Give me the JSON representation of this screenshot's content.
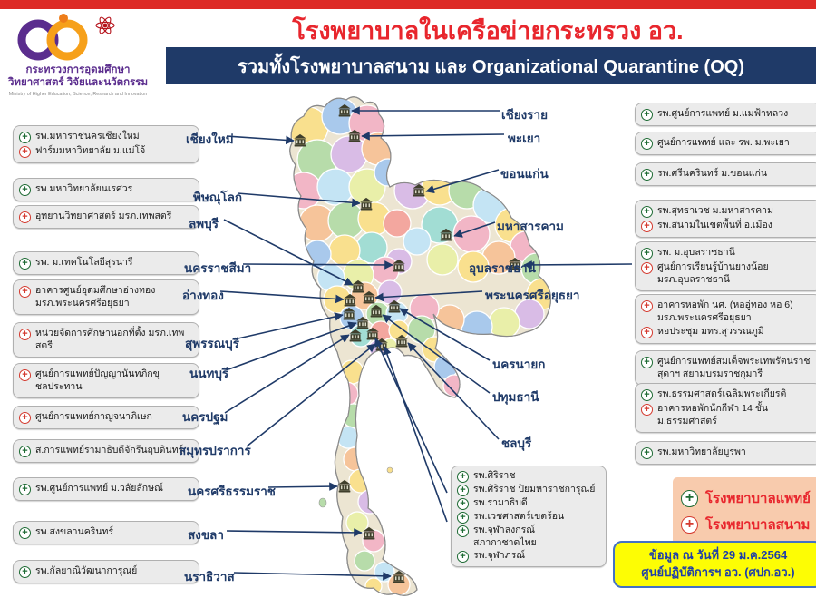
{
  "header": {
    "title": "โรงพยาบาลในเครือข่ายกระทรวง อว.",
    "subtitle": "รวมทั้งโรงพยาบาลสนาม และ Organizational Quarantine (OQ)",
    "title_color": "#e8262d",
    "bar_color": "#1f3a68"
  },
  "logo": {
    "line1": "กระทรวงการอุดมศึกษา",
    "line2": "วิทยาศาสตร์ วิจัยและนวัตกรรม",
    "line3": "Ministry of Higher Education, Science, Research and Innovation"
  },
  "icons": {
    "hospital_marker": "hospital-building-icon",
    "medical": "green-plus-icon",
    "field": "red-plus-icon"
  },
  "colors": {
    "green_plus": "#1e6b34",
    "red_plus": "#d43a2f",
    "navy": "#1f3a68",
    "legend_bg": "#f8cbad",
    "info_bg": "#fdfd04",
    "info_text": "#1f3fa8"
  },
  "left": [
    {
      "province": "เชียงใหม่",
      "items": [
        {
          "type": "hospital",
          "label": "รพ.มหาราชนครเชียงใหม่"
        },
        {
          "type": "field",
          "label": "ฟาร์มมหาวิทยาลัย ม.แม่โจ้"
        }
      ]
    },
    {
      "province": "พิษณุโลก",
      "items": [
        {
          "type": "hospital",
          "label": "รพ.มหาวิทยาลัยนเรศวร"
        }
      ]
    },
    {
      "province": "ลพบุรี",
      "items": [
        {
          "type": "field",
          "label": "อุทยานวิทยาศาสตร์ มรภ.เทพสตรี"
        }
      ]
    },
    {
      "province": "นครราชสีมา",
      "items": [
        {
          "type": "hospital",
          "label": "รพ. ม.เทคโนโลยีสุรนารี"
        }
      ]
    },
    {
      "province": "อ่างทอง",
      "items": [
        {
          "type": "field",
          "label": "อาคารศูนย์อุดมศึกษาอ่างทอง มรภ.พระนครศรีอยุธยา"
        }
      ]
    },
    {
      "province": "สุพรรณบุรี",
      "items": [
        {
          "type": "field",
          "label": "หน่วยจัดการศึกษานอกที่ตั้ง มรภ.เทพสตรี"
        }
      ]
    },
    {
      "province": "นนทบุรี",
      "items": [
        {
          "type": "field",
          "label": "ศูนย์การแพทย์ปัญญานันทภิกขุ ชลประทาน"
        }
      ]
    },
    {
      "province": "นครปฐม",
      "items": [
        {
          "type": "field",
          "label": "ศูนย์การแพทย์กาญจนาภิเษก"
        }
      ]
    },
    {
      "province": "สมุทรปราการ",
      "items": [
        {
          "type": "hospital",
          "label": "ส.การแพทย์รามาธิบดีจักรีนฤบดินทร์"
        }
      ]
    },
    {
      "province": "นครศรีธรรมราช",
      "items": [
        {
          "type": "hospital",
          "label": "รพ.ศูนย์การแพทย์ ม.วลัยลักษณ์"
        }
      ]
    },
    {
      "province": "สงขลา",
      "items": [
        {
          "type": "hospital",
          "label": "รพ.สงขลานครินทร์"
        }
      ]
    },
    {
      "province": "นราธิวาส",
      "items": [
        {
          "type": "hospital",
          "label": "รพ.กัลยาณิวัฒนาการุณย์"
        }
      ]
    }
  ],
  "right": [
    {
      "province": "เชียงราย",
      "items": [
        {
          "type": "hospital",
          "label": "รพ.ศูนย์การแพทย์ ม.แม่ฟ้าหลวง"
        }
      ]
    },
    {
      "province": "พะเยา",
      "items": [
        {
          "type": "hospital",
          "label": "ศูนย์การแพทย์ และ รพ. ม.พะเยา"
        }
      ]
    },
    {
      "province": "ขอนแก่น",
      "items": [
        {
          "type": "hospital",
          "label": "รพ.ศรีนครินทร์ ม.ขอนแก่น"
        }
      ]
    },
    {
      "province": "มหาสารคาม",
      "items": [
        {
          "type": "hospital",
          "label": "รพ.สุทธาเวช ม.มหาสารคาม"
        },
        {
          "type": "field",
          "label": "รพ.สนามในเขตพื้นที่ อ.เมือง"
        }
      ]
    },
    {
      "province": "อุบลราชธานี",
      "items": [
        {
          "type": "hospital",
          "label": "รพ. ม.อุบลราชธานี"
        },
        {
          "type": "field",
          "label": "ศูนย์การเรียนรู้บ้านยางน้อย มรภ.อุบลราชธานี"
        }
      ]
    },
    {
      "province": "พระนครศรีอยุธยา",
      "items": [
        {
          "type": "field",
          "label": "อาคารหอพัก นศ. (หออู่ทอง หอ 6) มรภ.พระนครศรีอยุธยา"
        },
        {
          "type": "field",
          "label": "หอประชุม มทร.สุวรรณภูมิ"
        }
      ]
    },
    {
      "province": "นครนายก",
      "items": [
        {
          "type": "hospital",
          "label": "ศูนย์การแพทย์สมเด็จพระเทพรัตนราชสุดาฯ สยามบรมราชกุมารี"
        }
      ]
    },
    {
      "province": "ปทุมธานี",
      "items": [
        {
          "type": "hospital",
          "label": "รพ.ธรรมศาสตร์เฉลิมพระเกียรติ"
        },
        {
          "type": "field",
          "label": "อาคารหอพักนักกีฬา 14 ชั้น ม.ธรรมศาสตร์"
        }
      ]
    },
    {
      "province": "ชลบุรี",
      "items": [
        {
          "type": "hospital",
          "label": "รพ.มหาวิทยาลัยบูรพา"
        }
      ]
    }
  ],
  "bangkok": {
    "items": [
      {
        "type": "hospital",
        "label": "รพ.ศิริราช"
      },
      {
        "type": "hospital",
        "label": "รพ.ศิริราช ปิยมหาราชการุณย์"
      },
      {
        "type": "hospital",
        "label": "รพ.รามาธิบดี"
      },
      {
        "type": "hospital",
        "label": "รพ.เวชศาสตร์เขตร้อน"
      },
      {
        "type": "hospital",
        "label": "รพ.จุฬาลงกรณ์ สภากาชาดไทย"
      },
      {
        "type": "hospital",
        "label": "รพ.จุฬาภรณ์"
      }
    ]
  },
  "legend": {
    "hospital_label": "โรงพยาบาลแพทย์",
    "field_label": "โรงพยาบาลสนาม"
  },
  "info": {
    "line1": "ข้อมูล ณ วันที่ 29 ม.ค.2564",
    "line2": "ศูนย์ปฏิบัติการฯ อว. (ศปก.อว.)"
  }
}
